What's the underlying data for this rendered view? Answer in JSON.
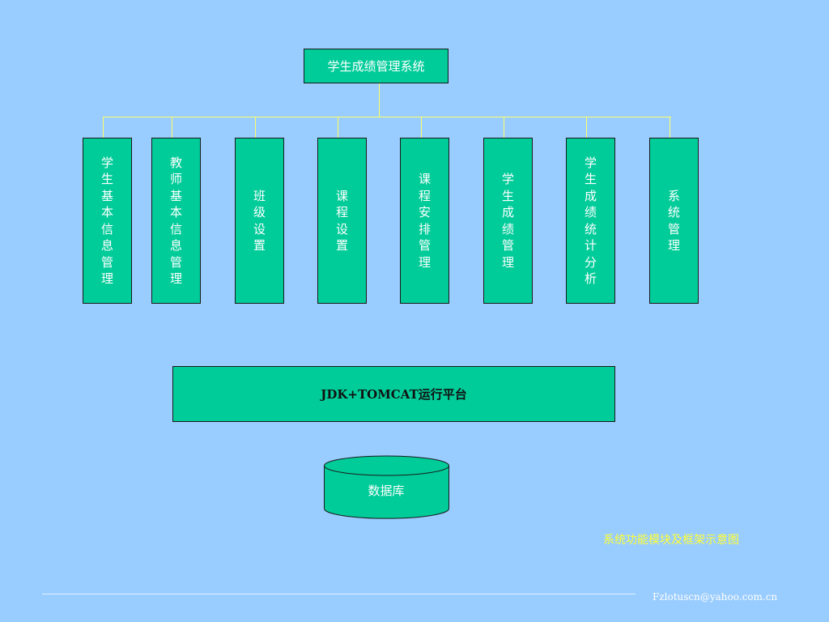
{
  "chart_data": {
    "type": "diagram",
    "root": {
      "label": "学生成绩管理系统"
    },
    "modules": [
      {
        "label": "学生基本信息管理"
      },
      {
        "label": "教师基本信息管理"
      },
      {
        "label": "班级设置"
      },
      {
        "label": "课程设置"
      },
      {
        "label": "课程安排管理"
      },
      {
        "label": "学生成绩管理"
      },
      {
        "label": "学生成绩统计分析"
      },
      {
        "label": "系统管理"
      }
    ],
    "platform": {
      "label": "JDK+TOMCAT运行平台"
    },
    "database": {
      "label": "数据库"
    },
    "caption": "系统功能模块及框架示意图"
  },
  "footer": {
    "email": "Fzlotuscn@yahoo.com.cn"
  },
  "colors": {
    "background": "#99ccff",
    "box_fill": "#00cc99",
    "connector": "#ffff66",
    "caption": "#ffff33"
  }
}
